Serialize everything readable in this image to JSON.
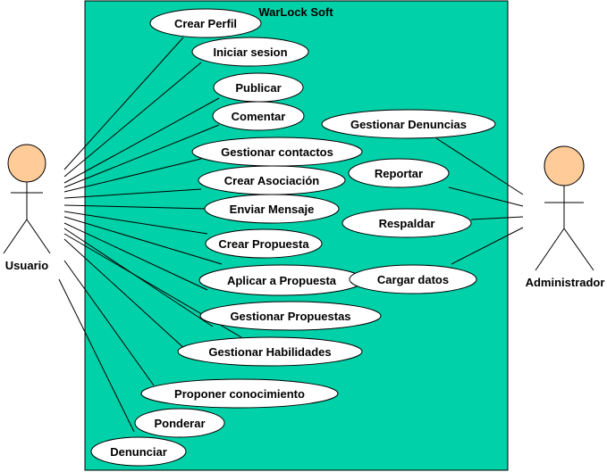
{
  "system": {
    "title": "WarLock Soft",
    "fill": "#00d1a8"
  },
  "actors": {
    "usuario": {
      "label": "Usuario",
      "head_color": "#ffcc99"
    },
    "administrador": {
      "label": "Administrador",
      "head_color": "#ffcc99"
    }
  },
  "use_cases": [
    {
      "id": "crear-perfil",
      "label": "Crear Perfil"
    },
    {
      "id": "iniciar-sesion",
      "label": "Iniciar sesion"
    },
    {
      "id": "publicar",
      "label": "Publicar"
    },
    {
      "id": "comentar",
      "label": "Comentar"
    },
    {
      "id": "gestionar-contactos",
      "label": "Gestionar contactos"
    },
    {
      "id": "crear-asociacion",
      "label": "Crear Asociación"
    },
    {
      "id": "enviar-mensaje",
      "label": "Enviar Mensaje"
    },
    {
      "id": "crear-propuesta",
      "label": "Crear Propuesta"
    },
    {
      "id": "aplicar-propuesta",
      "label": "Aplicar a Propuesta"
    },
    {
      "id": "gestionar-propuestas",
      "label": "Gestionar Propuestas"
    },
    {
      "id": "gestionar-habilidades",
      "label": "Gestionar Habilidades"
    },
    {
      "id": "proponer-conocimiento",
      "label": "Proponer conocimiento"
    },
    {
      "id": "ponderar",
      "label": "Ponderar"
    },
    {
      "id": "denunciar",
      "label": "Denunciar"
    },
    {
      "id": "gestionar-denuncias",
      "label": "Gestionar Denuncias"
    },
    {
      "id": "reportar",
      "label": "Reportar"
    },
    {
      "id": "respaldar",
      "label": "Respaldar"
    },
    {
      "id": "cargar-datos",
      "label": "Cargar datos"
    }
  ]
}
